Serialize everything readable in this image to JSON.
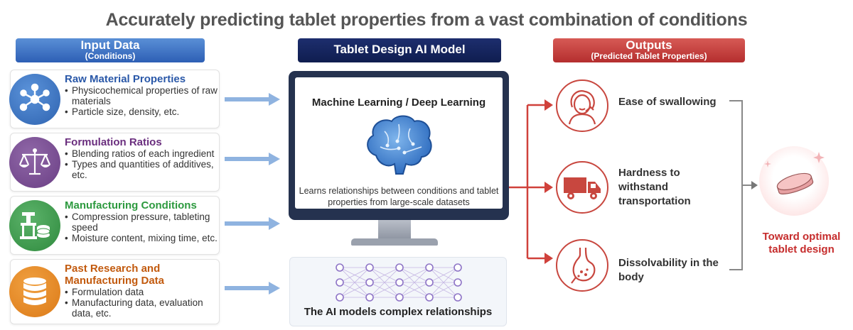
{
  "title": "Accurately predicting tablet properties from a vast combination of conditions",
  "input_header": {
    "main": "Input Data",
    "sub": "(Conditions)"
  },
  "model_header": {
    "main": "Tablet Design AI Model"
  },
  "output_header": {
    "main": "Outputs",
    "sub": "(Predicted Tablet Properties)"
  },
  "inputs": [
    {
      "title": "Raw Material Properties",
      "color": "#2a58a8",
      "icon": "molecule-icon",
      "circle": "#3d75c0",
      "bullets": [
        "Physicochemical properties of raw materials",
        "Particle size, density, etc."
      ]
    },
    {
      "title": "Formulation Ratios",
      "color": "#6a2e7e",
      "icon": "balance-scale-icon",
      "circle": "#7a4a92",
      "bullets": [
        "Blending ratios of each ingredient",
        "Types and quantities of additives, etc."
      ]
    },
    {
      "title": "Manufacturing Conditions",
      "color": "#2d9a3f",
      "icon": "tablet-press-icon",
      "circle": "#3c9a4a",
      "bullets": [
        "Compression pressure, tableting speed",
        "Moisture content, mixing time, etc."
      ]
    },
    {
      "title": "Past Research and Manufacturing Data",
      "color": "#c25a0e",
      "icon": "database-icon",
      "circle": "#e68a22",
      "bullets": [
        "Formulation data",
        "Manufacturing data, evaluation data, etc."
      ]
    }
  ],
  "model": {
    "screen_title": "Machine Learning / Deep Learning",
    "screen_desc": "Learns relationships between conditions and tablet properties from large-scale datasets",
    "nn_caption": "The AI models complex relationships"
  },
  "outputs": [
    {
      "label": "Ease of swallowing",
      "icon": "person-swallowing-icon"
    },
    {
      "label": "Hardness to withstand transportation",
      "icon": "truck-icon"
    },
    {
      "label": "Dissolvability in the body",
      "icon": "stomach-icon"
    }
  ],
  "result": {
    "label": "Toward optimal tablet design",
    "icon": "tablet-icon"
  },
  "colors": {
    "blue": "#2d5fb5",
    "navy": "#0f1d4f",
    "red": "#c8473f"
  }
}
